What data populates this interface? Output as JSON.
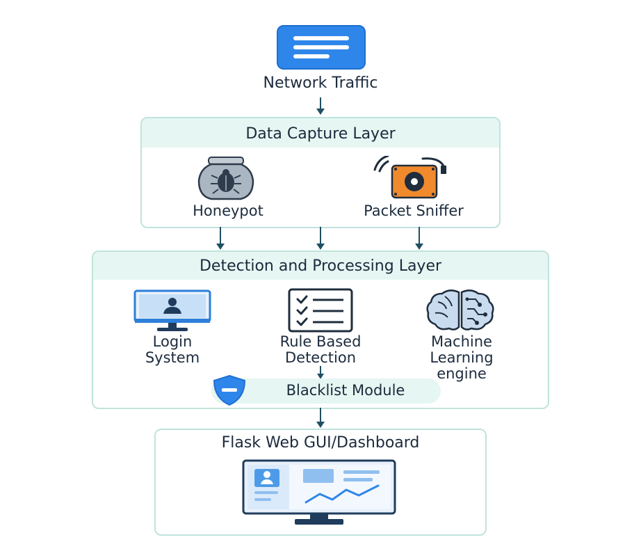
{
  "top": {
    "label": "Network Traffic"
  },
  "capture": {
    "title": "Data Capture Layer",
    "items": [
      {
        "label": "Honeypot",
        "icon": "honeypot-jar-bug-icon"
      },
      {
        "label": "Packet Sniffer",
        "icon": "packet-sniffer-icon"
      }
    ]
  },
  "detection": {
    "title": "Detection and Processing Layer",
    "items": [
      {
        "label": "Login\nSystem",
        "icon": "login-monitor-icon"
      },
      {
        "label": "Rule Based\nDetection",
        "icon": "checklist-icon"
      },
      {
        "label": "Machine\nLearning\nengine",
        "icon": "brain-circuit-icon"
      }
    ],
    "blacklist": {
      "label": "Blacklist Module",
      "icon": "shield-icon"
    }
  },
  "dashboard": {
    "title": "Flask Web GUI/Dashboard",
    "icon": "dashboard-monitor-icon"
  },
  "colors": {
    "panel_border": "#bfe3dc",
    "panel_header": "#e6f6f2",
    "accent_blue": "#2f86ea",
    "arrow": "#1f4f63",
    "sniffer_orange": "#f08a2c"
  }
}
